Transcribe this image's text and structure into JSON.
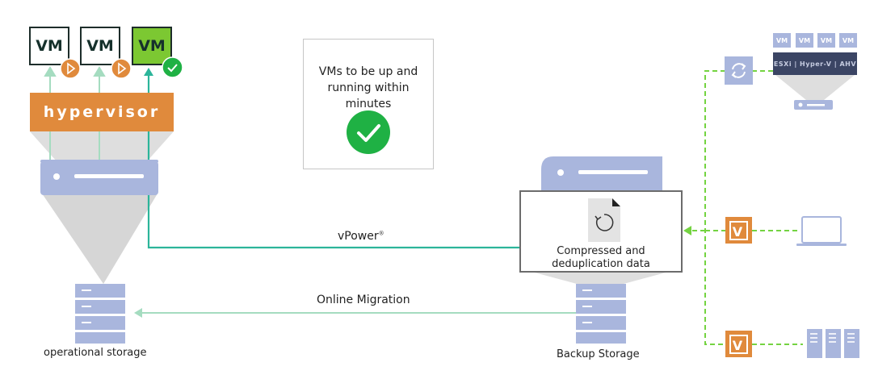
{
  "vms": [
    {
      "label": "VM",
      "state": "booting"
    },
    {
      "label": "VM",
      "state": "booting"
    },
    {
      "label": "VM",
      "state": "running"
    }
  ],
  "hypervisor": {
    "label": "hypervisor"
  },
  "notice": {
    "line1": "VMs to be up and",
    "line2": "running within minutes"
  },
  "vpower": {
    "label": "vPower",
    "mark": "®"
  },
  "migration": {
    "label": "Online Migration"
  },
  "storage_left": {
    "label": "operational storage"
  },
  "storage_right": {
    "label": "Backup Storage"
  },
  "compressed": {
    "line1": "Compressed and",
    "line2": "deduplication data"
  },
  "hypervisor_host": {
    "mini_vms": [
      "VM",
      "VM",
      "VM",
      "VM"
    ],
    "platforms": "ESXi | Hyper-V | AHV"
  },
  "agent_badge": "V",
  "colors": {
    "teal_line": "#2cb59a",
    "pale_green_line": "#a5dcc0",
    "dashed_green": "#74d341",
    "orange": "#e08a3c",
    "slate_blue": "#a9b6dd",
    "vm_green": "#7cc832",
    "check_green": "#1fb144"
  },
  "icons": [
    "play-icon",
    "check-icon",
    "sync-icon",
    "restore-icon",
    "laptop-icon",
    "server-rack-icon"
  ]
}
